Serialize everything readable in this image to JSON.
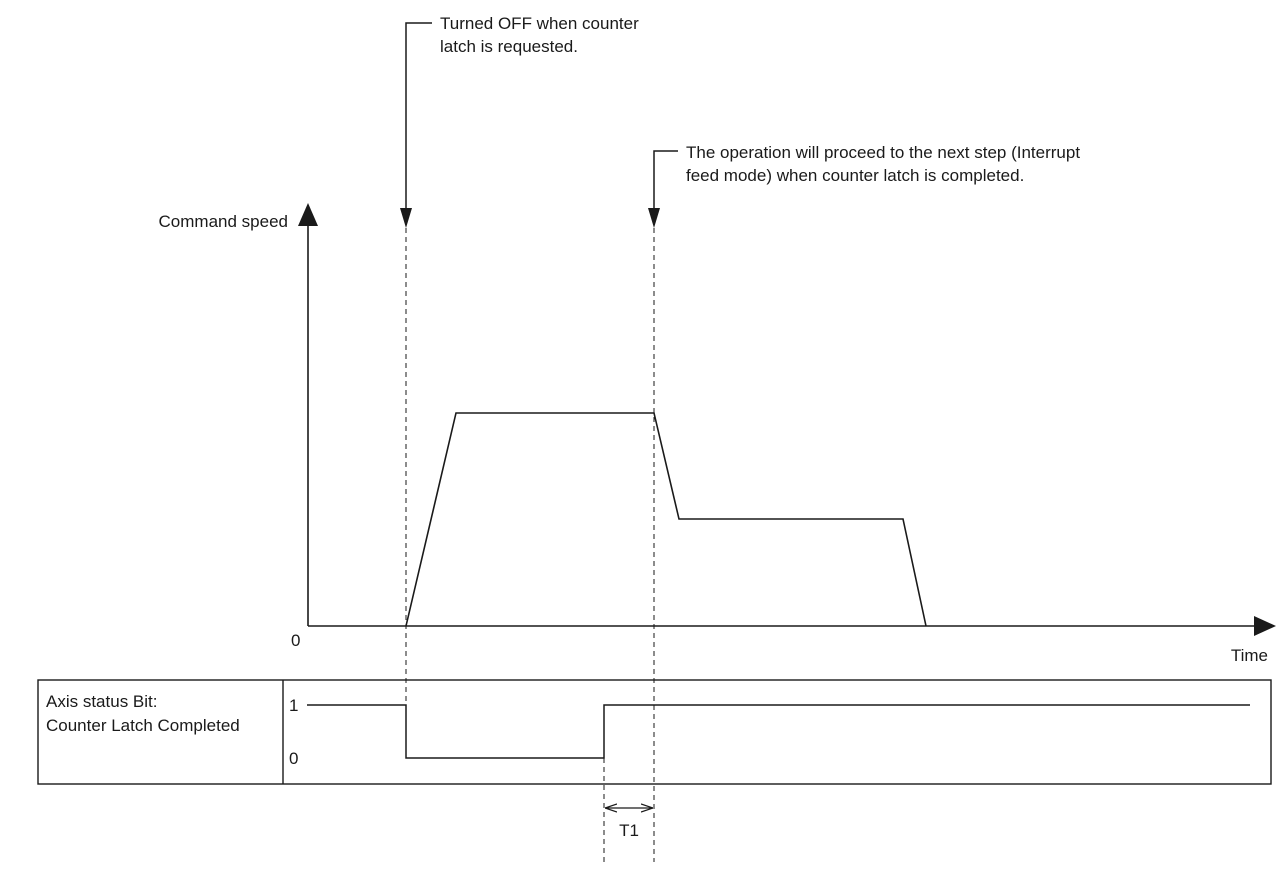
{
  "annotations": {
    "counter_latch_request": {
      "lines": [
        "Turned OFF when counter",
        "latch is requested."
      ]
    },
    "next_step": {
      "lines": [
        "The operation will proceed to the next step (Interrupt",
        "feed mode) when counter latch is completed."
      ]
    }
  },
  "speed_chart": {
    "y_axis_label": "Command speed",
    "x_axis_label": "Time",
    "origin_label": "0"
  },
  "status_panel": {
    "label_lines": [
      "Axis status Bit:",
      "Counter Latch Completed"
    ],
    "level_high": "1",
    "level_low": "0"
  },
  "interval": {
    "label": "T1"
  },
  "colors": {
    "line": "#1a1a1a",
    "background": "#ffffff"
  }
}
